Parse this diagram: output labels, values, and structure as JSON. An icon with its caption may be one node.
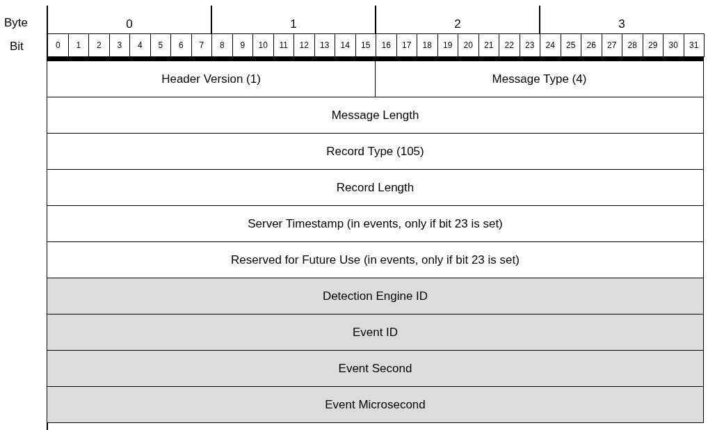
{
  "diagram": {
    "nodes": [
      {
        "text": [
          "Header Version (1)"
        ]
      },
      {
        "text": [
          "Message Type (4)"
        ]
      },
      {
        "text": [
          "Message Length"
        ]
      },
      {
        "text": [
          "Record Type (105)"
        ]
      },
      {
        "text": [
          "Record Length"
        ]
      },
      {
        "text": [
          "Server Timestamp (in events, only if bit 23 is set)"
        ]
      },
      {
        "text": [
          "Reserved for Future Use (in events, only if bit 23 is set)"
        ]
      },
      {
        "text": [
          "Detection Engine ID"
        ]
      },
      {
        "text": [
          "Event ID"
        ]
      },
      {
        "text": [
          "Event Second"
        ]
      },
      {
        "text": [
          "Event Microsecond"
        ]
      }
    ],
    "edges": [],
    "labels": [
      "Byte",
      "Bit",
      "0",
      "1",
      "2",
      "3",
      "0",
      "1",
      "2",
      "3",
      "4",
      "5",
      "6",
      "7",
      "8",
      "9",
      "10",
      "11",
      "12",
      "13",
      "14",
      "15",
      "16",
      "17",
      "18",
      "19",
      "20",
      "21",
      "22",
      "23",
      "24",
      "25",
      "26",
      "27",
      "28",
      "29",
      "30",
      "31"
    ]
  }
}
